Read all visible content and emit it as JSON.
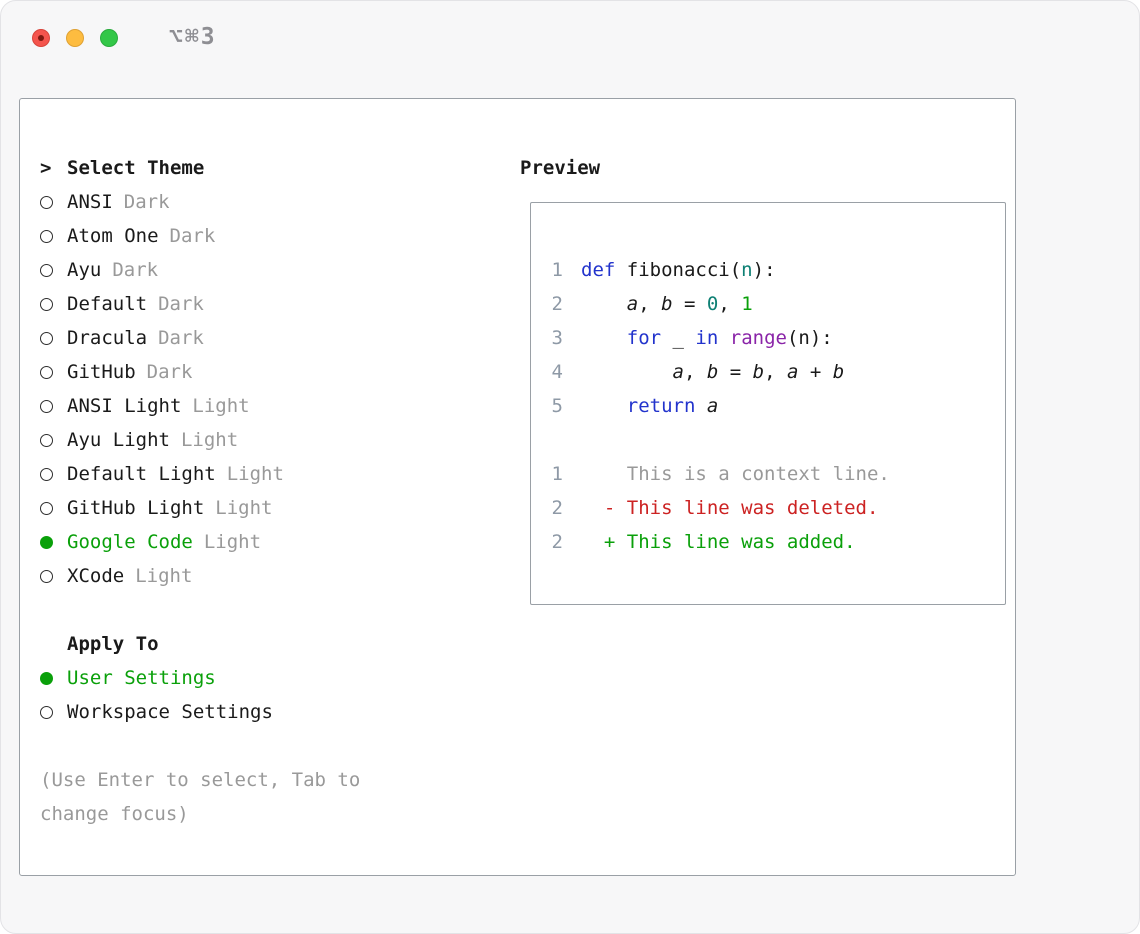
{
  "window": {
    "title": "⌥⌘3",
    "traffic_lights": [
      "close",
      "minimize",
      "zoom"
    ]
  },
  "colors": {
    "accent_green": "#0aa00a",
    "diff_red": "#cc2222",
    "diff_green": "#0aa00a",
    "comment_gray": "#999999",
    "keyword_blue": "#2233cc",
    "literal_teal": "#0e8074",
    "literal_green": "#0aa00a",
    "type_purple": "#8a24a8",
    "plain_text": "#1a1a1a",
    "line_number": "#8e99a6"
  },
  "select_theme": {
    "cursor": ">",
    "label": "Select Theme",
    "themes": [
      {
        "name": "ANSI",
        "variant": "Dark",
        "selected": false
      },
      {
        "name": "Atom One",
        "variant": "Dark",
        "selected": false
      },
      {
        "name": "Ayu",
        "variant": "Dark",
        "selected": false
      },
      {
        "name": "Default",
        "variant": "Dark",
        "selected": false
      },
      {
        "name": "Dracula",
        "variant": "Dark",
        "selected": false
      },
      {
        "name": "GitHub",
        "variant": "Dark",
        "selected": false
      },
      {
        "name": "ANSI Light",
        "variant": "Light",
        "selected": false
      },
      {
        "name": "Ayu Light",
        "variant": "Light",
        "selected": false
      },
      {
        "name": "Default Light",
        "variant": "Light",
        "selected": false
      },
      {
        "name": "GitHub Light",
        "variant": "Light",
        "selected": false
      },
      {
        "name": "Google Code",
        "variant": "Light",
        "selected": true
      },
      {
        "name": "XCode",
        "variant": "Light",
        "selected": false
      }
    ]
  },
  "apply_to": {
    "label": "Apply To",
    "options": [
      {
        "label": "User Settings",
        "selected": true
      },
      {
        "label": "Workspace Settings",
        "selected": false
      }
    ]
  },
  "hint": "(Use Enter to select, Tab to change focus)",
  "preview": {
    "label": "Preview",
    "code_lines": [
      {
        "number": "1",
        "tokens": [
          {
            "text": "def",
            "style": "keyword"
          },
          {
            "text": " fibonacci(",
            "style": "plain"
          },
          {
            "text": "n",
            "style": "teal"
          },
          {
            "text": "):",
            "style": "plain"
          }
        ]
      },
      {
        "number": "2",
        "tokens": [
          {
            "text": "    ",
            "style": "plain"
          },
          {
            "text": "a",
            "style": "var"
          },
          {
            "text": ", ",
            "style": "plain"
          },
          {
            "text": "b",
            "style": "var"
          },
          {
            "text": " = ",
            "style": "plain"
          },
          {
            "text": "0",
            "style": "teal"
          },
          {
            "text": ", ",
            "style": "plain"
          },
          {
            "text": "1",
            "style": "green"
          }
        ]
      },
      {
        "number": "3",
        "tokens": [
          {
            "text": "    ",
            "style": "plain"
          },
          {
            "text": "for",
            "style": "keyword"
          },
          {
            "text": " _ ",
            "style": "plain"
          },
          {
            "text": "in",
            "style": "keyword"
          },
          {
            "text": " ",
            "style": "plain"
          },
          {
            "text": "range",
            "style": "type"
          },
          {
            "text": "(n):",
            "style": "plain"
          }
        ]
      },
      {
        "number": "4",
        "tokens": [
          {
            "text": "        ",
            "style": "plain"
          },
          {
            "text": "a",
            "style": "var"
          },
          {
            "text": ", ",
            "style": "plain"
          },
          {
            "text": "b",
            "style": "var"
          },
          {
            "text": " = ",
            "style": "plain"
          },
          {
            "text": "b",
            "style": "var"
          },
          {
            "text": ", ",
            "style": "plain"
          },
          {
            "text": "a",
            "style": "var"
          },
          {
            "text": " + ",
            "style": "plain"
          },
          {
            "text": "b",
            "style": "var"
          }
        ]
      },
      {
        "number": "5",
        "tokens": [
          {
            "text": "    ",
            "style": "plain"
          },
          {
            "text": "return",
            "style": "keyword"
          },
          {
            "text": " ",
            "style": "plain"
          },
          {
            "text": "a",
            "style": "var"
          }
        ]
      }
    ],
    "diff_lines": [
      {
        "number": "1",
        "text": "    This is a context line.",
        "style": "context"
      },
      {
        "number": "2",
        "text": "  - This line was deleted.",
        "style": "deleted"
      },
      {
        "number": "2",
        "text": "  + This line was added.",
        "style": "added"
      }
    ]
  }
}
